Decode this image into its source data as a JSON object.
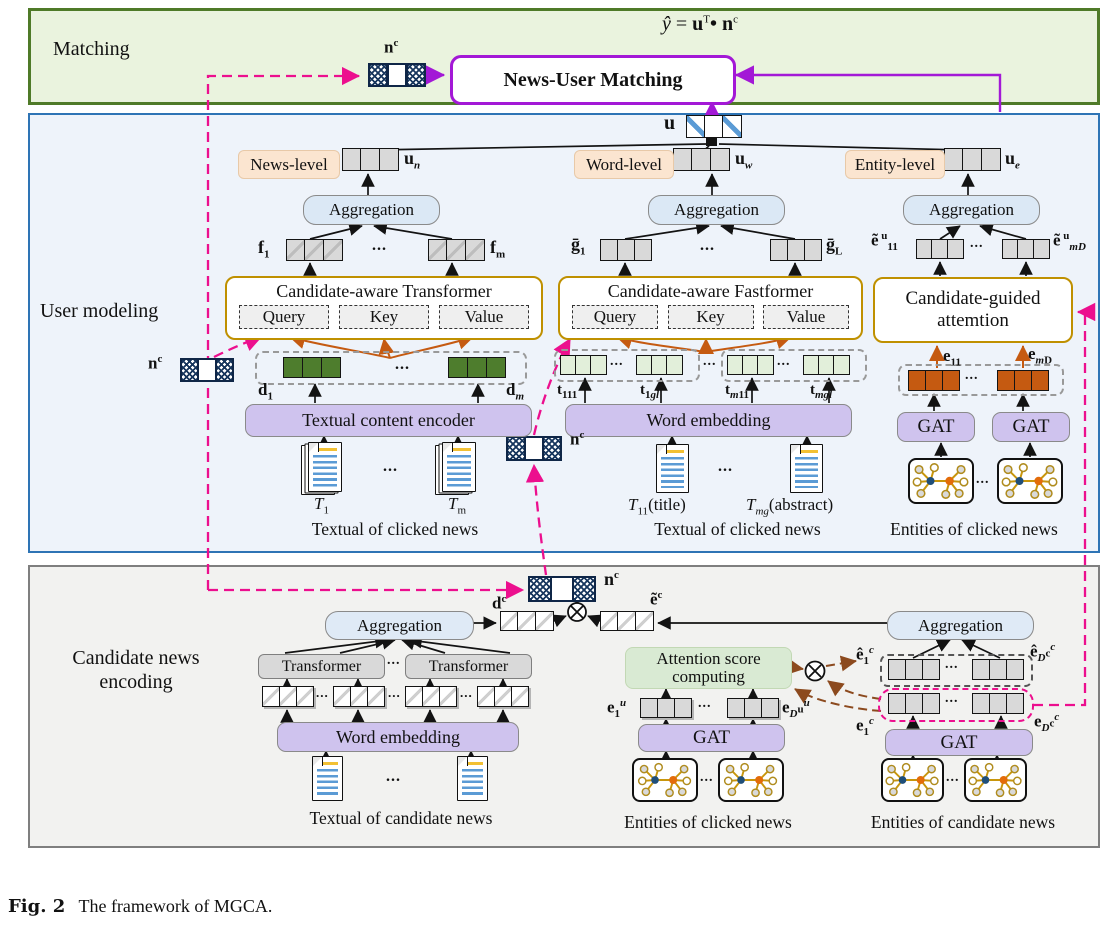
{
  "dots": "...",
  "caption": {
    "fig": "Fig. 2",
    "text": "The framework of MGCA."
  },
  "colors": {
    "match_bg": "#eaf3de",
    "match_border": "#4f7a28",
    "user_border": "#2e74b5",
    "pink": "#ec0f8e",
    "gold": "#bf9000",
    "purple": "#a318d6",
    "orange": "#c55a11",
    "brown": "#8c4a1e"
  },
  "matching": {
    "label": "Matching",
    "formula": "<i>ŷ</i> = <b>u</b><sup>T</sup><b>&#8226;</b> <b>n</b><sup>c</sup>",
    "nc": "<b>n</b><sup>c</sup>",
    "box": "News-User Matching"
  },
  "um": {
    "label": "User modeling",
    "u": "<b>u</b>",
    "news_pill": "News-level",
    "word_pill": "Word-level",
    "entity_pill": "Entity-level",
    "un": "<b>u</b><sub><i>n</i></sub>",
    "uw": "<b>u</b><sub><i>w</i></sub>",
    "ue": "<b>u</b><sub><i>e</i></sub>",
    "agg": "Aggregation",
    "f1": "<b>f</b><sub>1</sub>",
    "fm": "<b>f</b><sub>m</sub>",
    "cat": "Candidate-aware Transformer",
    "caf": "Candidate-aware Fastformer",
    "query": "Query",
    "key": "Key",
    "value": "Value",
    "d1": "<b>d</b><sub>1</sub>",
    "dm": "<b>d</b><sub><i>m</i></sub>",
    "tce": "Textual content encoder",
    "T1": "<i>T</i><sub>1</sub>",
    "Tm": "<i>T</i><sub>m</sub>",
    "cap_news": "Textual of clicked news",
    "nc": "<b>n</b><sup>c</sup>",
    "g1": "<b>g&#772;</b><sub>1</sub>",
    "gL": "<b>g&#772;</b><sub>L</sub>",
    "t111": "<b>t</b><sub>111</sub>",
    "t1gl": "<b>t</b><sub>1<i>gl</i></sub>",
    "tm11": "<b>t</b><sub><i>m</i>11</sub>",
    "tmgl": "<b>t</b><sub><i>mgl</i></sub>",
    "we": "Word embedding",
    "T11": "<i>T</i><sub>11</sub>(title)",
    "Tmg": "<i>T</i><sub><i>mg</i></sub>(abstract)",
    "cap_word": "Textual of clicked news",
    "e11t": "<b>e&#771;</b><sup> u</sup><sub>11</sub>",
    "emDt": "<b>e&#771;</b><sup> u</sup><sub><i>mD</i></sub>",
    "cga1": "Candidate-guided",
    "cga2": "attemtion",
    "e11": "<b>e</b><sub>11</sub>",
    "emD": "<b>e</b><sub><i>m</i>D</sub>",
    "gat": "GAT",
    "cap_entity": "Entities of clicked news"
  },
  "ce": {
    "label1": "Candidate news",
    "label2": "encoding",
    "nc": "<b>n</b><sup>c</sup>",
    "dc": "<b>d</b><sup>c</sup>",
    "ec": "<b>e&#771;</b><sup>c</sup>",
    "agg": "Aggregation",
    "transformer": "Transformer",
    "we": "Word embedding",
    "cap_text": "Textual of candidate news",
    "asc1": "Attention score",
    "asc2": "computing",
    "e1u": "<b>e</b><sub>1</sub><sup><i>u</i></sup>",
    "eDu": "<b>e</b><sub><i>D</i><sup>u</sup></sub><sup><i>u</i></sup>",
    "gat": "GAT",
    "cap_clicked": "Entities of clicked news",
    "e1hat": "<b>e&#770;</b><sub>1</sub><sup><i>c</i></sup>",
    "eDhat": "<b>e&#770;</b><sub><i>D</i><sup>c</sup></sub><sup><i>c</i></sup>",
    "e1c": "<b>e</b><sub>1</sub><sup><i>c</i></sup>",
    "eDc": "<b>e</b><sub><i>D</i><sup>c</sup></sub><sup><i>c</i></sup>",
    "cap_cand": "Entities of candidate news"
  }
}
